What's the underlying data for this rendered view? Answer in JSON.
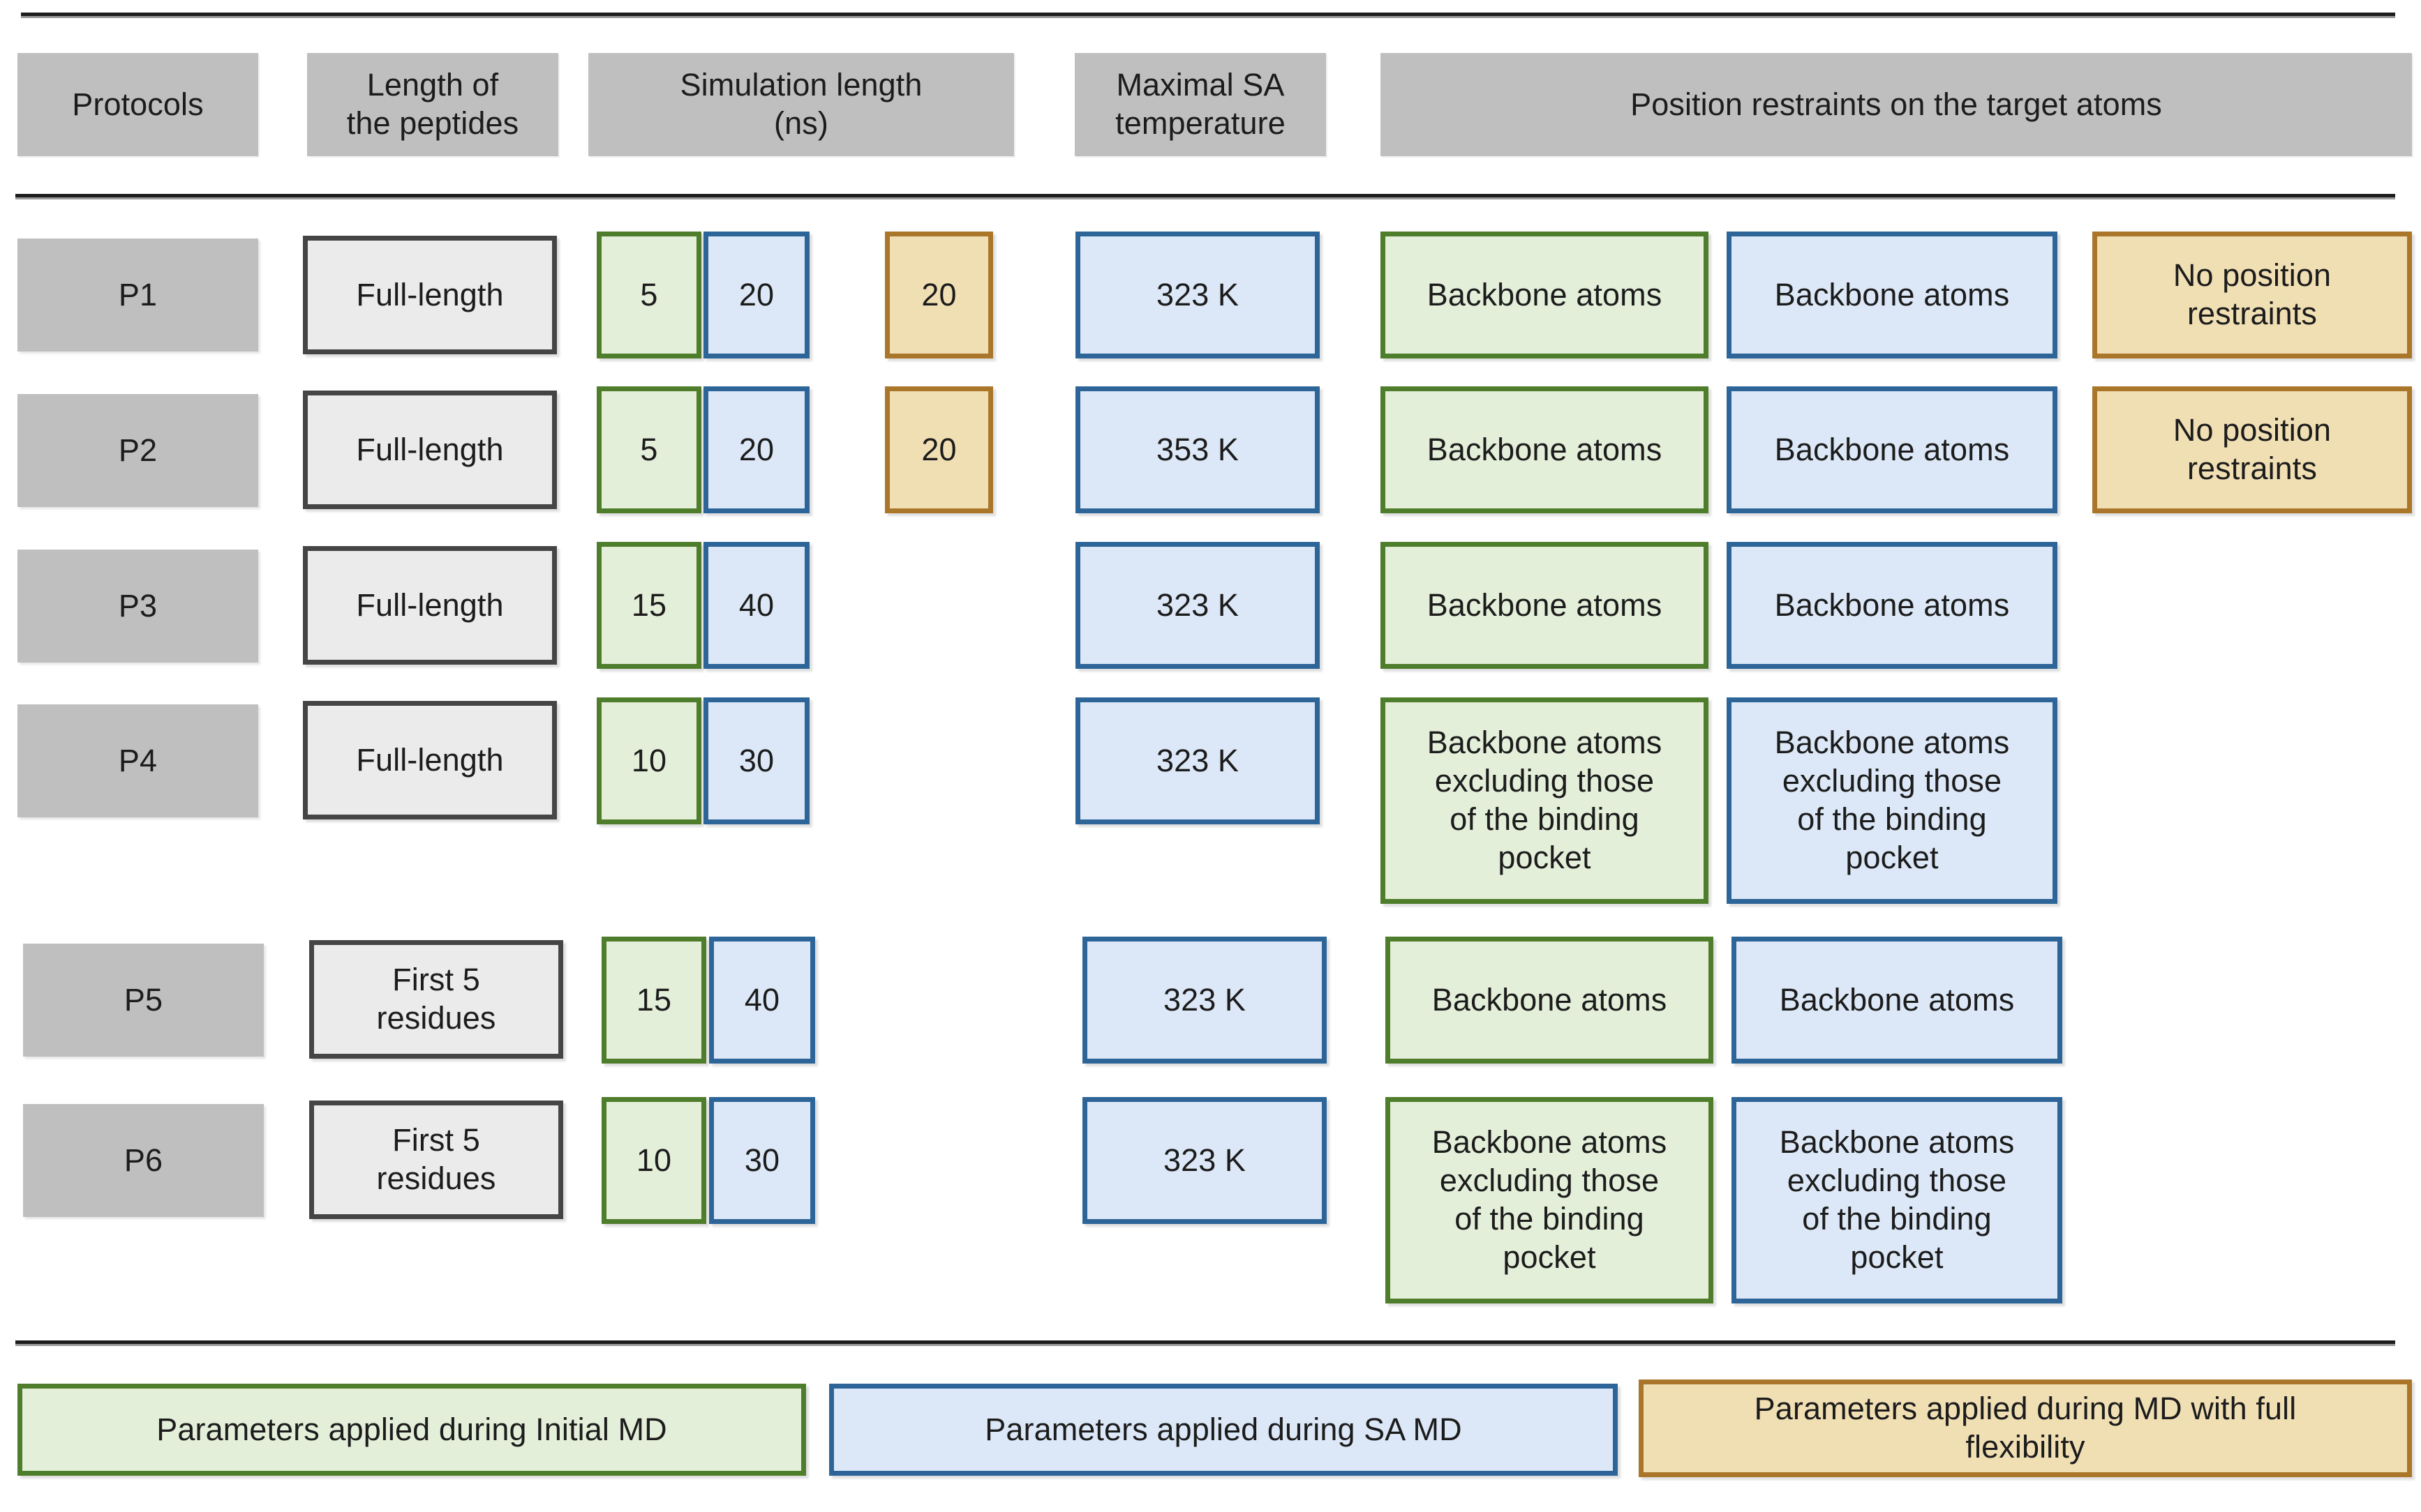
{
  "figure": {
    "title": "Simulation protocol parameters table",
    "colors": {
      "header_gray": "#bfbfbf",
      "peptide_gray": "#ebebeb",
      "peptide_border": "#454545",
      "green_fill": "#e4efda",
      "green_border": "#4e7d2b",
      "blue_fill": "#dce8f7",
      "blue_border": "#2d6598",
      "orange_fill": "#f1dfb4",
      "orange_border": "#a9762a",
      "rule": "#1d1d1d"
    }
  },
  "header": {
    "protocols": "Protocols",
    "peptide_length": "Length of\nthe peptides",
    "simulation_length": "Simulation length\n(ns)",
    "max_sa_temperature": "Maximal SA\ntemperature",
    "position_restraints": "Position restraints on the target atoms"
  },
  "rows": [
    {
      "protocol": "P1",
      "peptide_length": "Full-length",
      "sim_initial": "5",
      "sim_sa": "20",
      "sim_flex": "20",
      "temperature": "323 K",
      "restraint_initial": "Backbone atoms",
      "restraint_sa": "Backbone atoms",
      "restraint_flex": "No position\nrestraints"
    },
    {
      "protocol": "P2",
      "peptide_length": "Full-length",
      "sim_initial": "5",
      "sim_sa": "20",
      "sim_flex": "20",
      "temperature": "353 K",
      "restraint_initial": "Backbone atoms",
      "restraint_sa": "Backbone atoms",
      "restraint_flex": "No position\nrestraints"
    },
    {
      "protocol": "P3",
      "peptide_length": "Full-length",
      "sim_initial": "15",
      "sim_sa": "40",
      "sim_flex": "",
      "temperature": "323 K",
      "restraint_initial": "Backbone atoms",
      "restraint_sa": "Backbone atoms",
      "restraint_flex": ""
    },
    {
      "protocol": "P4",
      "peptide_length": "Full-length",
      "sim_initial": "10",
      "sim_sa": "30",
      "sim_flex": "",
      "temperature": "323 K",
      "restraint_initial": "Backbone atoms\nexcluding those\nof the binding\npocket",
      "restraint_sa": "Backbone atoms\nexcluding those\nof the binding\npocket",
      "restraint_flex": ""
    },
    {
      "protocol": "P5",
      "peptide_length": "First 5\nresidues",
      "sim_initial": "15",
      "sim_sa": "40",
      "sim_flex": "",
      "temperature": "323 K",
      "restraint_initial": "Backbone atoms",
      "restraint_sa": "Backbone atoms",
      "restraint_flex": ""
    },
    {
      "protocol": "P6",
      "peptide_length": "First 5\nresidues",
      "sim_initial": "10",
      "sim_sa": "30",
      "sim_flex": "",
      "temperature": "323 K",
      "restraint_initial": "Backbone atoms\nexcluding those\nof the binding\npocket",
      "restraint_sa": "Backbone atoms\nexcluding those\nof the binding\npocket",
      "restraint_flex": ""
    }
  ],
  "legend": {
    "initial_md": "Parameters applied during Initial MD",
    "sa_md": "Parameters applied during SA MD",
    "full_flexibility": "Parameters applied during MD with full\nflexibility"
  }
}
